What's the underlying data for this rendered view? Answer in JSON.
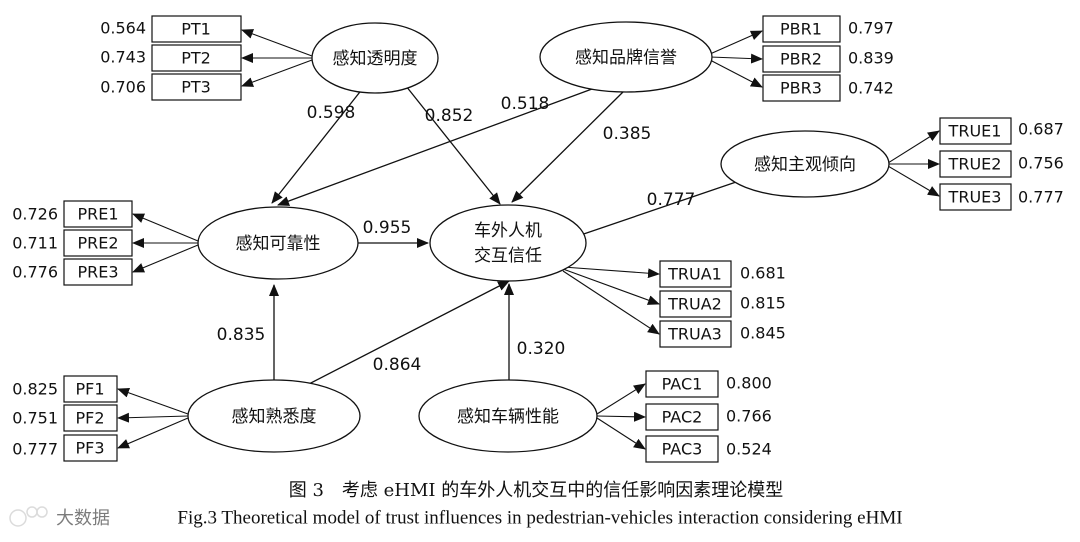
{
  "constructs": {
    "pt": "感知透明度",
    "pbr": "感知品牌信誉",
    "true": "感知主观倾向",
    "pre": "感知可靠性",
    "target_line1": "车外人机",
    "target_line2": "交互信任",
    "pf": "感知熟悉度",
    "pac": "感知车辆性能"
  },
  "indicators": {
    "pt": [
      {
        "label": "PT1",
        "loading": "0.564"
      },
      {
        "label": "PT2",
        "loading": "0.743"
      },
      {
        "label": "PT3",
        "loading": "0.706"
      }
    ],
    "pbr": [
      {
        "label": "PBR1",
        "loading": "0.797"
      },
      {
        "label": "PBR2",
        "loading": "0.839"
      },
      {
        "label": "PBR3",
        "loading": "0.742"
      }
    ],
    "true": [
      {
        "label": "TRUE1",
        "loading": "0.687"
      },
      {
        "label": "TRUE2",
        "loading": "0.756"
      },
      {
        "label": "TRUE3",
        "loading": "0.777"
      }
    ],
    "pre": [
      {
        "label": "PRE1",
        "loading": "0.726"
      },
      {
        "label": "PRE2",
        "loading": "0.711"
      },
      {
        "label": "PRE3",
        "loading": "0.776"
      }
    ],
    "trua": [
      {
        "label": "TRUA1",
        "loading": "0.681"
      },
      {
        "label": "TRUA2",
        "loading": "0.815"
      },
      {
        "label": "TRUA3",
        "loading": "0.845"
      }
    ],
    "pf": [
      {
        "label": "PF1",
        "loading": "0.825"
      },
      {
        "label": "PF2",
        "loading": "0.751"
      },
      {
        "label": "PF3",
        "loading": "0.777"
      }
    ],
    "pac": [
      {
        "label": "PAC1",
        "loading": "0.800"
      },
      {
        "label": "PAC2",
        "loading": "0.766"
      },
      {
        "label": "PAC3",
        "loading": "0.524"
      }
    ]
  },
  "paths": {
    "pt_to_pre": "0.598",
    "pt_to_trust": "0.852",
    "pbr_to_pre": "0.518",
    "pbr_to_trust": "0.385",
    "true_to_trust": "0.777",
    "pre_to_trust": "0.955",
    "pf_to_pre": "0.835",
    "pf_to_trust": "0.864",
    "pac_to_trust": "0.320"
  },
  "caption": {
    "cn": "图 3　考虑 eHMI 的车外人机交互中的信任影响因素理论模型",
    "en": "Fig.3 Theoretical model of trust influences in pedestrian-vehicles interaction considering eHMI"
  },
  "watermark": "大数据"
}
